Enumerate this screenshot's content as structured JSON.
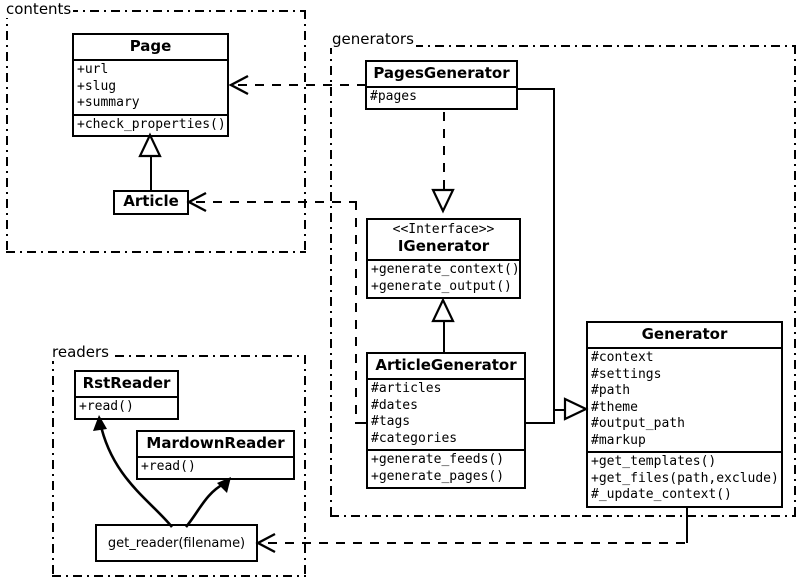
{
  "diagram": {
    "title": "UML class diagram",
    "type": "uml-class-diagram",
    "background": "#ffffff",
    "line_color": "#000000"
  },
  "packages": [
    {
      "id": "contents",
      "label": "contents"
    },
    {
      "id": "generators",
      "label": "generators"
    },
    {
      "id": "readers",
      "label": "readers"
    }
  ],
  "classes": {
    "page": {
      "name": "Page",
      "attributes": [
        "+url",
        "+slug",
        "+summary"
      ],
      "methods": [
        "+check_properties()"
      ]
    },
    "article": {
      "name": "Article",
      "attributes": [],
      "methods": []
    },
    "pages_generator": {
      "name": "PagesGenerator",
      "attributes": [
        "#pages"
      ],
      "methods": []
    },
    "igenerator": {
      "stereotype": "<<Interface>>",
      "name": "IGenerator",
      "attributes": [],
      "methods": [
        "+generate_context()",
        "+generate_output()"
      ]
    },
    "article_generator": {
      "name": "ArticleGenerator",
      "attributes": [
        "#articles",
        "#dates",
        "#tags",
        "#categories"
      ],
      "methods": [
        "+generate_feeds()",
        "+generate_pages()"
      ]
    },
    "generator": {
      "name": "Generator",
      "attributes": [
        "#context",
        "#settings",
        "#path",
        "#theme",
        "#output_path",
        "#markup"
      ],
      "methods": [
        "+get_templates()",
        "+get_files(path,exclude)",
        "#_update_context()"
      ]
    },
    "rst_reader": {
      "name": "RstReader",
      "attributes": [],
      "methods": [
        "+read()"
      ]
    },
    "mardown_reader": {
      "name": "MardownReader",
      "attributes": [],
      "methods": [
        "+read()"
      ]
    },
    "get_reader": {
      "name": "get_reader(filename)"
    }
  },
  "relationships": [
    {
      "from": "article",
      "to": "page",
      "type": "generalization",
      "style": "solid"
    },
    {
      "from": "pages_generator",
      "to": "page",
      "type": "dependency",
      "style": "dashed"
    },
    {
      "from": "article_generator",
      "to": "article",
      "type": "dependency",
      "style": "dashed"
    },
    {
      "from": "pages_generator",
      "to": "igenerator",
      "type": "realization",
      "style": "dashed"
    },
    {
      "from": "article_generator",
      "to": "igenerator",
      "type": "generalization",
      "style": "solid"
    },
    {
      "from": "pages_generator",
      "to": "generator",
      "type": "generalization",
      "style": "solid"
    },
    {
      "from": "article_generator",
      "to": "generator",
      "type": "generalization",
      "style": "solid"
    },
    {
      "from": "generator",
      "to": "get_reader",
      "type": "dependency",
      "style": "dashed"
    },
    {
      "from": "get_reader",
      "to": "rst_reader",
      "type": "creates",
      "style": "curved"
    },
    {
      "from": "get_reader",
      "to": "mardown_reader",
      "type": "creates",
      "style": "curved"
    }
  ]
}
